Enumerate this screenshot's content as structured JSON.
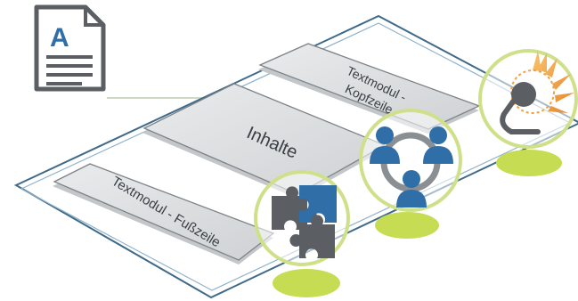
{
  "modules": {
    "header": {
      "line1": "Textmodul -",
      "line2": "Kopfzeile"
    },
    "content": {
      "label": "Inhalte"
    },
    "footer": {
      "label": "Textmodul - Fußzeile"
    }
  },
  "icons": {
    "document": "document-text-icon",
    "puzzle": "puzzle-icon",
    "team": "team-icon",
    "lamp": "desk-lamp-icon"
  },
  "colors": {
    "plate_border": "#3f6a89",
    "plate_fill": "#ffffff",
    "panel_fill": "#dcdedf",
    "panel_border": "#7d8387",
    "circle_ring": "#cfe08a",
    "shadow_green": "#c6dc52",
    "accent_blue": "#2f6ea7",
    "icon_gray": "#5b5f63",
    "lamp_orange": "#f2a03b"
  }
}
